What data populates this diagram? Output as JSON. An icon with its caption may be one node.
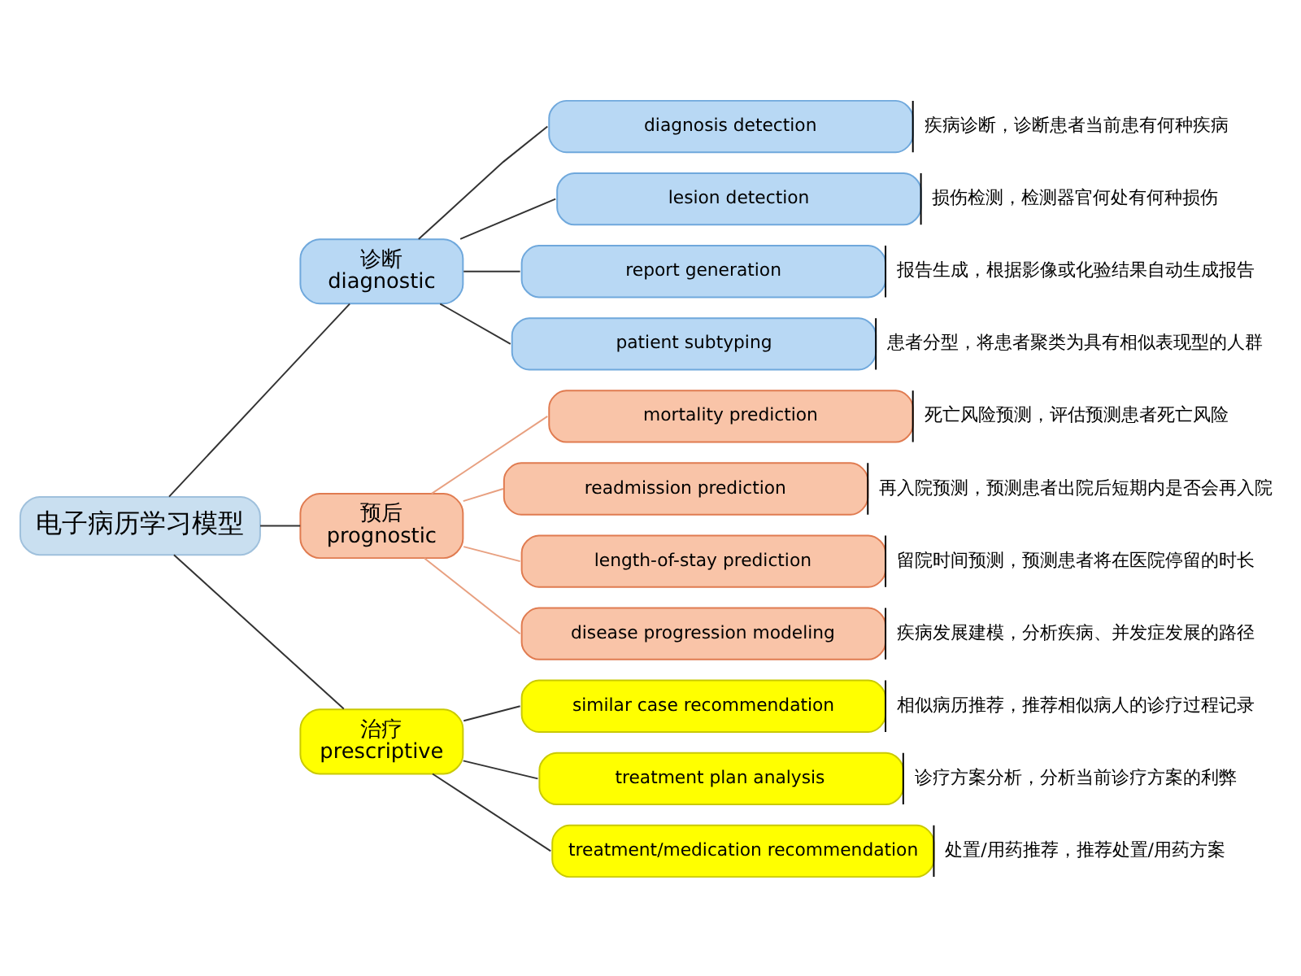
{
  "diagram": {
    "nodes": [
      {
        "text": [
          "电子病历学习模型"
        ]
      },
      {
        "text": [
          "诊断",
          "diagnostic"
        ]
      },
      {
        "text": [
          "diagnosis detection"
        ],
        "beside": [
          "疾病诊断，诊断患者当前患有何种疾病"
        ]
      },
      {
        "text": [
          "lesion detection"
        ],
        "beside": [
          "损伤检测，检测器官何处有何种损伤"
        ]
      },
      {
        "text": [
          "report generation"
        ],
        "beside": [
          "报告生成，根据影像或化验结果自动生成报告"
        ]
      },
      {
        "text": [
          "patient subtyping"
        ],
        "beside": [
          "患者分型，将患者聚类为具有相似表现型的人群"
        ]
      },
      {
        "text": [
          "预后",
          "prognostic"
        ]
      },
      {
        "text": [
          "mortality prediction"
        ],
        "beside": [
          "死亡风险预测，评估预测患者死亡风险"
        ]
      },
      {
        "text": [
          "readmission prediction"
        ],
        "beside": [
          "再入院预测，预测患者出院后短期内是否会再入院"
        ]
      },
      {
        "text": [
          "length-of-stay prediction"
        ],
        "beside": [
          "留院时间预测，预测患者将在医院停留的时长"
        ]
      },
      {
        "text": [
          "disease progression modeling"
        ],
        "beside": [
          "疾病发展建模，分析疾病、并发症发展的路径"
        ]
      },
      {
        "text": [
          "治疗",
          "prescriptive"
        ]
      },
      {
        "text": [
          "similar case recommendation"
        ],
        "beside": [
          "相似病历推荐，推荐相似病人的诊疗过程记录"
        ]
      },
      {
        "text": [
          "treatment plan analysis"
        ],
        "beside": [
          "诊疗方案分析，分析当前诊疗方案的利弊"
        ]
      },
      {
        "text": [
          "treatment/medication recommendation"
        ],
        "beside": [
          "处置/用药推荐，推荐处置/用药方案"
        ]
      }
    ],
    "edges": [
      {
        "from": 0,
        "to": 1,
        "arrow": "none"
      },
      {
        "from": 0,
        "to": 6,
        "arrow": "none"
      },
      {
        "from": 0,
        "to": 11,
        "arrow": "none"
      },
      {
        "from": 1,
        "to": 2,
        "arrow": "none"
      },
      {
        "from": 1,
        "to": 3,
        "arrow": "none"
      },
      {
        "from": 1,
        "to": 4,
        "arrow": "none"
      },
      {
        "from": 1,
        "to": 5,
        "arrow": "none"
      },
      {
        "from": 6,
        "to": 7,
        "arrow": "none",
        "color": "#e8a080"
      },
      {
        "from": 6,
        "to": 8,
        "arrow": "none",
        "color": "#e8a080"
      },
      {
        "from": 6,
        "to": 9,
        "arrow": "none",
        "color": "#e8a080"
      },
      {
        "from": 6,
        "to": 10,
        "arrow": "none",
        "color": "#e8a080"
      },
      {
        "from": 11,
        "to": 12,
        "arrow": "none"
      },
      {
        "from": 11,
        "to": 13,
        "arrow": "none"
      },
      {
        "from": 11,
        "to": 14,
        "arrow": "none"
      }
    ]
  }
}
